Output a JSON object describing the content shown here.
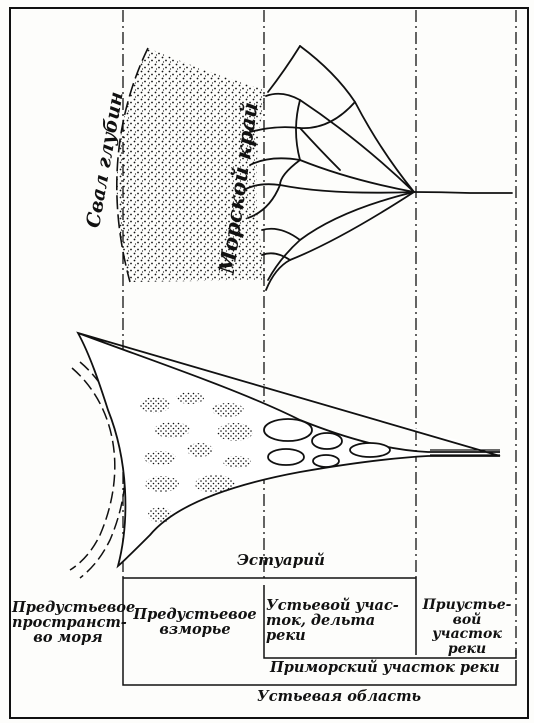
{
  "labels": {
    "depth_slope": "Свал глубин",
    "sea_edge": "Морской край",
    "estuary": "Эстуарий",
    "pre_mouth_sea": [
      "Предустьевое",
      "пространст-",
      "во моря"
    ],
    "pre_mouth_shore": [
      "Предустьевое",
      "взморье"
    ],
    "mouth_delta": [
      "Устьевой учас-",
      "ток, дельта реки"
    ],
    "river_mouth_section": [
      "Приустье-",
      "вой участок",
      "реки"
    ],
    "coastal_river_section": "Приморский участок реки",
    "mouth_region": "Устьевая область"
  },
  "colors": {
    "ink": "#111111",
    "paper": "#fdfdfb"
  }
}
